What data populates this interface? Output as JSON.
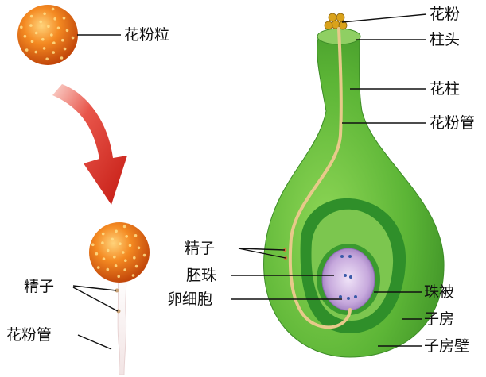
{
  "labels": {
    "pollen_grain": "花粉粒",
    "sperm_left": "精子",
    "pollen_tube_left": "花粉管",
    "pollen_top": "花粉",
    "stigma": "柱头",
    "style": "花柱",
    "pollen_tube_right": "花粉管",
    "sperm_right": "精子",
    "ovule": "胚珠",
    "egg_cell": "卵细胞",
    "integument": "珠被",
    "ovary": "子房",
    "ovary_wall": "子房壁"
  },
  "colors": {
    "pistil_green": "#5cb536",
    "pistil_dark": "#2e8a24",
    "pollen_orange": "#f07a1c",
    "arrow_red": "#d9261c",
    "tube": "#e7c98a",
    "ovule_purple": "#b89ad0"
  }
}
